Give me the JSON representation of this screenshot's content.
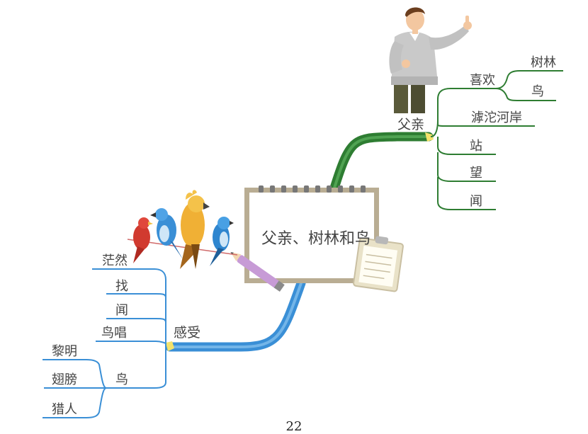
{
  "central_topic": "父亲、树林和鸟",
  "father_branch": {
    "label": "父亲",
    "items": {
      "likes": "喜欢",
      "likes_children": [
        "树林",
        "鸟"
      ],
      "river": "滹沱河岸",
      "stand": "站",
      "look": "望",
      "smell": "闻"
    }
  },
  "feeling_branch": {
    "label": "感受",
    "items": {
      "vast": "茫然",
      "find": "找",
      "smell": "闻",
      "bird_sing": "鸟唱",
      "bird": "鸟",
      "bird_children": [
        "黎明",
        "翅膀",
        "猎人"
      ]
    }
  },
  "page_number": "22",
  "colors": {
    "father_branch": "#2e7d32",
    "feeling_branch": "#3a8fd6",
    "text": "#444444"
  }
}
